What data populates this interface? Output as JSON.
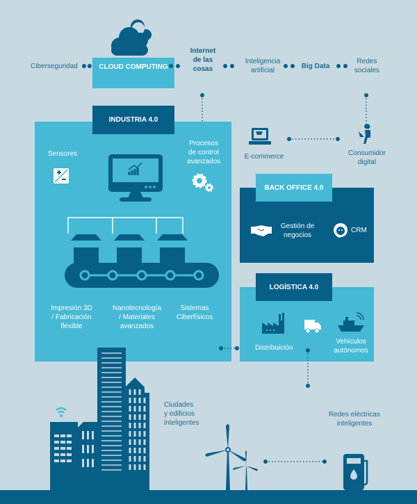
{
  "top_row": {
    "ciberseguridad": "Ciberseguridad",
    "cloud_computing": "CLOUD COMPUTING",
    "iot": [
      "Internet",
      "de las",
      "cosas"
    ],
    "ia": [
      "Inteligencia",
      "artificial"
    ],
    "big_data": "Big Data",
    "redes_sociales": [
      "Redes",
      "sociales"
    ]
  },
  "consumer": {
    "ecommerce": "E-commerce",
    "consumidor": [
      "Consumidor",
      "digital"
    ]
  },
  "industria": {
    "title": "INDUSTRIA 4.0",
    "sensores": "Sensores",
    "procesos": [
      "Procesos",
      "de control",
      "avanzados"
    ],
    "labels": [
      [
        "Impresión 3D",
        "/ Fabricación",
        "flexible"
      ],
      [
        "Nanotecnología",
        "/ Materiales",
        "avanzados"
      ],
      [
        "Sistemas",
        "Ciberfísicos"
      ]
    ]
  },
  "back_office": {
    "title": "BACK OFFICE 4.0",
    "gestion": [
      "Gestión de",
      "negocios"
    ],
    "crm": "CRM"
  },
  "logistica": {
    "title": "LOGÍSTICA 4.0",
    "distribucion": "Distribuición",
    "vehiculos": [
      "Vehículos",
      "autónomos"
    ]
  },
  "bottom": {
    "ciudades": [
      "Ciudades",
      "y edificios",
      "inteligentes"
    ],
    "redes_electricas": [
      "Redes eléctricas",
      "inteligentes"
    ]
  },
  "colors": {
    "background": "#c8d9e1",
    "light": "#45b9d5",
    "dark": "#075f87"
  }
}
